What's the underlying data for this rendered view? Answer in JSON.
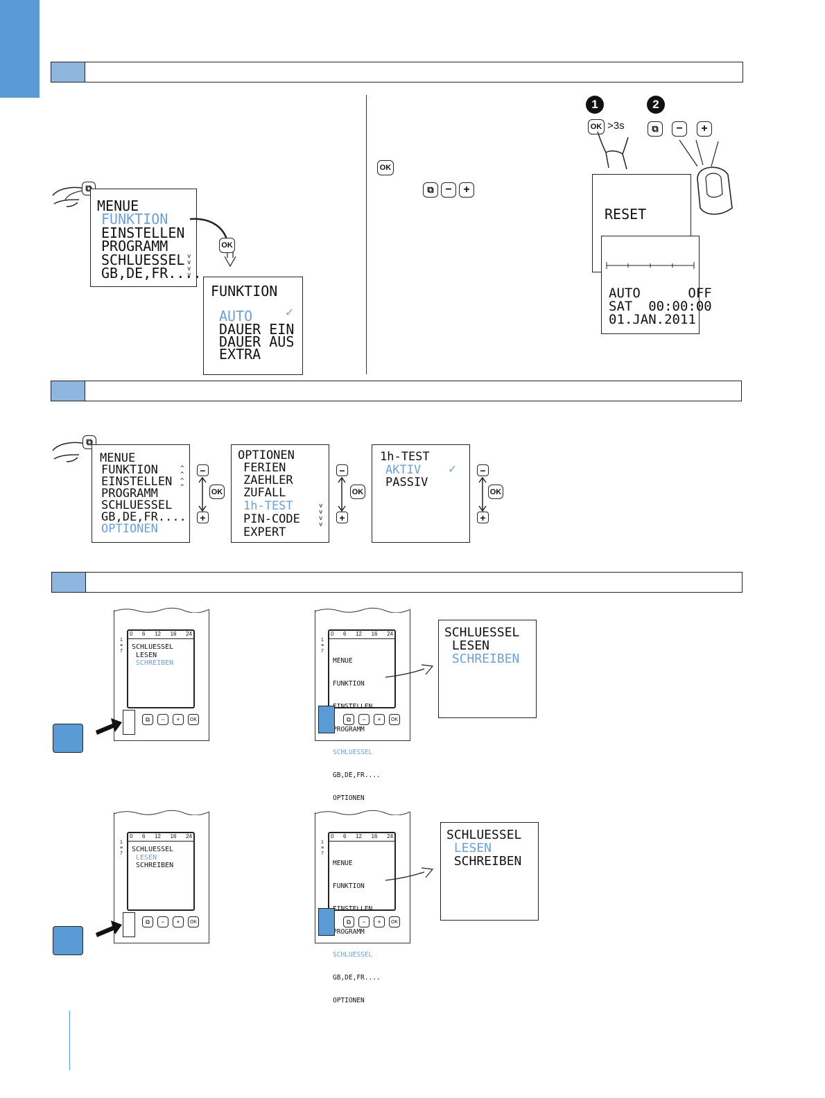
{
  "section1": {
    "left": {
      "menu_lines": [
        "MENUE",
        "FUNKTION",
        "EINSTELLEN",
        "PROGRAMM",
        "SCHLUESSEL",
        "GB,DE,FR...."
      ],
      "menu_highlight": "FUNKTION",
      "ok_label": "OK",
      "funktion_lines": [
        "FUNKTION",
        "AUTO",
        "DAUER EIN",
        "DAUER AUS",
        "EXTRA"
      ],
      "check": "✓"
    },
    "right": {
      "step1": "1",
      "step2": "2",
      "hold_label": ">3s",
      "ok_label": "OK",
      "minus": "−",
      "plus": "+",
      "reset_text": "RESET",
      "status_line1": "AUTO      OFF",
      "status_line2": "SAT  00:00:00",
      "status_line3": "01.JAN.2011"
    }
  },
  "section2": {
    "screen1": [
      "MENUE",
      "FUNKTION",
      "EINSTELLEN",
      "PROGRAMM",
      "SCHLUESSEL",
      "GB,DE,FR....",
      "OPTIONEN"
    ],
    "screen2": [
      "OPTIONEN",
      "FERIEN",
      "ZAEHLER",
      "ZUFALL",
      "1h-TEST",
      "PIN-CODE",
      "EXPERT"
    ],
    "screen3": [
      "1h-TEST",
      "AKTIV",
      "PASSIV"
    ],
    "ok_label": "OK",
    "minus": "−",
    "plus": "+",
    "check": "✓"
  },
  "section3": {
    "scale": [
      "0",
      "6",
      "12",
      "16",
      "24"
    ],
    "device_side": [
      "1",
      "7"
    ],
    "row1": {
      "device_a_menu": [
        "SCHLUESSEL",
        " LESEN",
        " SCHREIBEN"
      ],
      "device_b_menu": [
        "MENUE",
        "FUNKTION",
        "EINSTELLEN",
        "PROGRAMM",
        "SCHLUESSEL",
        "GB,DE,FR....",
        "OPTIONEN"
      ],
      "screen": [
        "SCHLUESSEL",
        " LESEN",
        " SCHREIBEN"
      ]
    },
    "row2": {
      "device_a_menu": [
        "SCHLUESSEL",
        " LESEN",
        " SCHREIBEN"
      ],
      "device_b_menu": [
        "MENUE",
        "FUNKTION",
        "EINSTELLEN",
        "PROGRAMM",
        "SCHLUESSEL",
        "GB,DE,FR....",
        "OPTIONEN"
      ],
      "screen": [
        "SCHLUESSEL",
        " LESEN",
        " SCHREIBEN"
      ]
    },
    "ok_label": "OK",
    "minus": "−",
    "plus": "+"
  },
  "colors": {
    "accent": "#5b9bd5",
    "highlight_text": "#6ea0d4",
    "section_swatch": "#8fb6df"
  }
}
